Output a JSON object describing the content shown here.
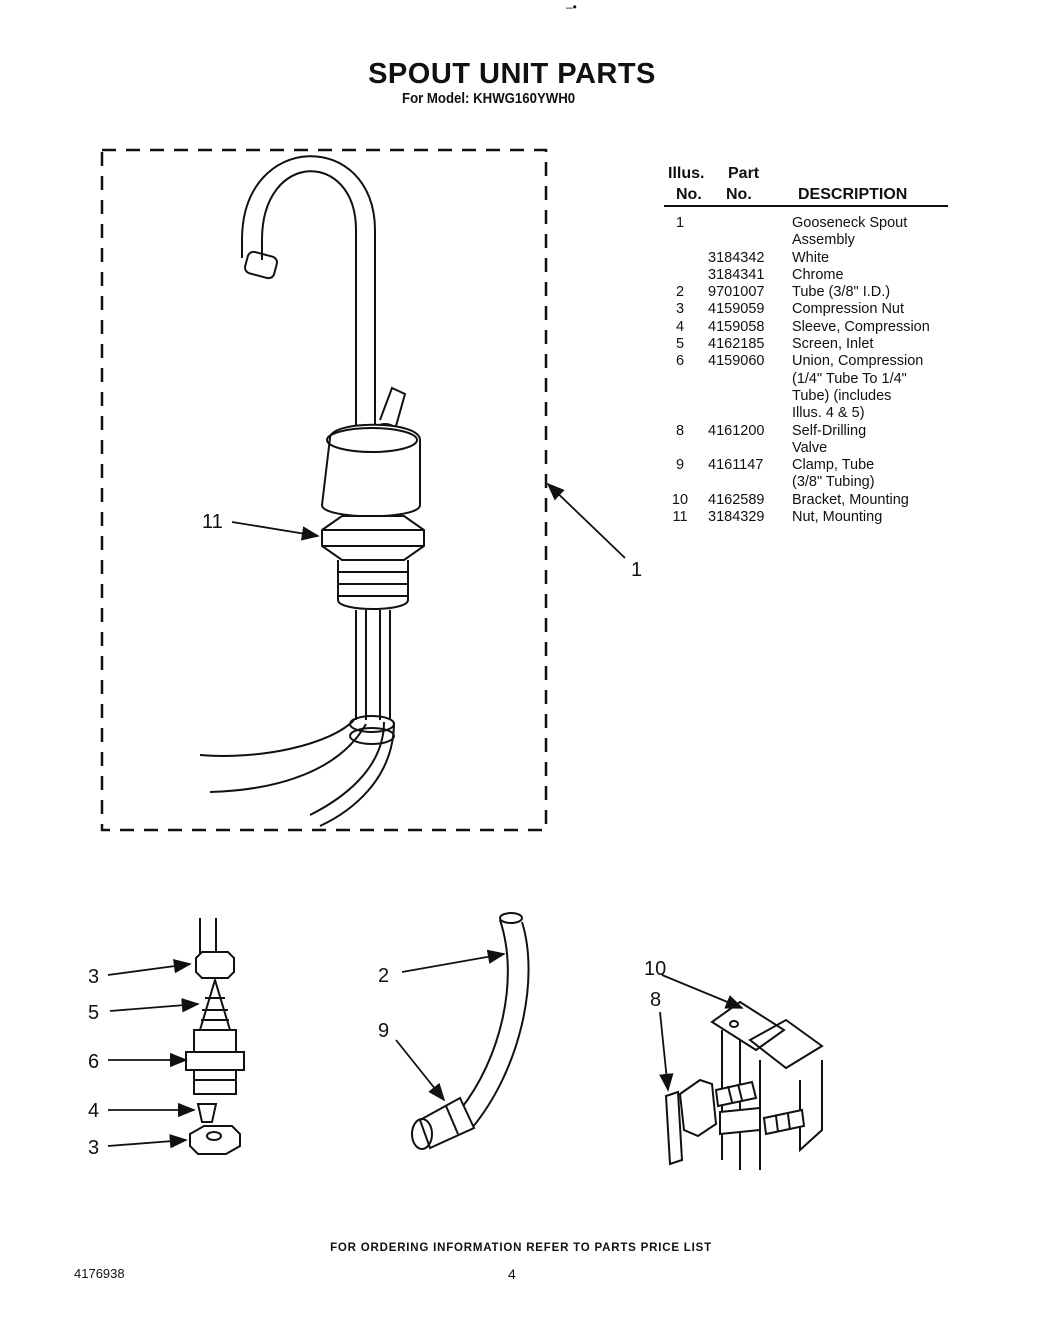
{
  "header": {
    "title": "SPOUT UNIT PARTS",
    "subtitle": "For Model: KHWG160YWH0",
    "top_mark": "–•"
  },
  "table": {
    "col_illus_1": "Illus.",
    "col_illus_2": "No.",
    "col_part_1": "Part",
    "col_part_2": "No.",
    "col_desc": "DESCRIPTION",
    "rows": [
      {
        "illus": "1",
        "part": "",
        "desc": "Gooseneck Spout"
      },
      {
        "illus": "",
        "part": "",
        "desc": "Assembly"
      },
      {
        "illus": "",
        "part": "3184342",
        "desc": "White"
      },
      {
        "illus": "",
        "part": "3184341",
        "desc": "Chrome"
      },
      {
        "illus": "2",
        "part": "9701007",
        "desc": "Tube (3/8\" I.D.)"
      },
      {
        "illus": "3",
        "part": "4159059",
        "desc": "Compression Nut"
      },
      {
        "illus": "4",
        "part": "4159058",
        "desc": "Sleeve, Compression"
      },
      {
        "illus": "5",
        "part": "4162185",
        "desc": "Screen, Inlet"
      },
      {
        "illus": "6",
        "part": "4159060",
        "desc": "Union, Compression"
      },
      {
        "illus": "",
        "part": "",
        "desc": "(1/4\" Tube To 1/4\""
      },
      {
        "illus": "",
        "part": "",
        "desc": "Tube) (includes"
      },
      {
        "illus": "",
        "part": "",
        "desc": "Illus. 4 & 5)"
      },
      {
        "illus": "8",
        "part": "4161200",
        "desc": "Self-Drilling"
      },
      {
        "illus": "",
        "part": "",
        "desc": "Valve"
      },
      {
        "illus": "9",
        "part": "4161147",
        "desc": "Clamp, Tube"
      },
      {
        "illus": "",
        "part": "",
        "desc": "(3/8\" Tubing)"
      },
      {
        "illus": "10",
        "part": "4162589",
        "desc": "Bracket, Mounting"
      },
      {
        "illus": "11",
        "part": "3184329",
        "desc": "Nut, Mounting"
      }
    ]
  },
  "callouts": {
    "c1": "1",
    "c11": "11",
    "c3a": "3",
    "c5": "5",
    "c6": "6",
    "c4": "4",
    "c3b": "3",
    "c2": "2",
    "c9": "9",
    "c10": "10",
    "c8": "8"
  },
  "footer": {
    "ordering": "FOR ORDERING INFORMATION REFER TO PARTS PRICE LIST",
    "doc_number": "4176938",
    "page_number": "4"
  }
}
